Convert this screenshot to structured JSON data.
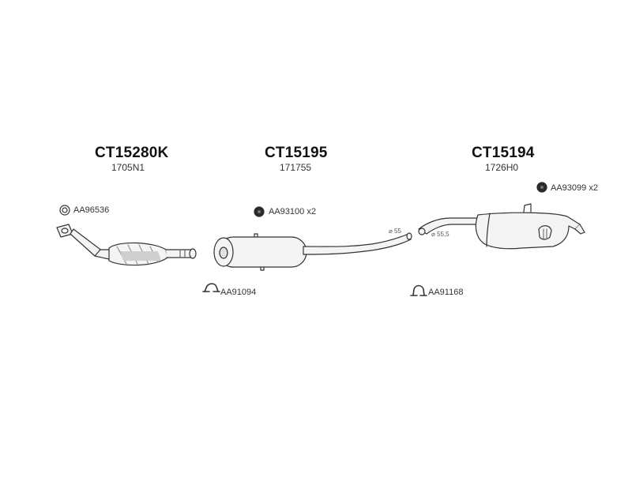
{
  "assemblies": [
    {
      "code": "CT15280K",
      "ref": "1705N1"
    },
    {
      "code": "CT15195",
      "ref": "171755"
    },
    {
      "code": "CT15194",
      "ref": "1726H0"
    }
  ],
  "parts": {
    "ring": "AA96536",
    "rubber_mount_mid": "AA93100 x2",
    "rubber_mount_rear": "AA93099 x2",
    "clamp_front": "AA91094",
    "clamp_rear": "AA91168"
  },
  "dimensions": {
    "mid_pipe": "⌀ 55",
    "rear_pipe": "⌀ 55,5"
  },
  "colors": {
    "line": "#333333",
    "fill": "#f4f4f4",
    "shade": "#bdbdbd",
    "dark": "#2a2a2a"
  }
}
